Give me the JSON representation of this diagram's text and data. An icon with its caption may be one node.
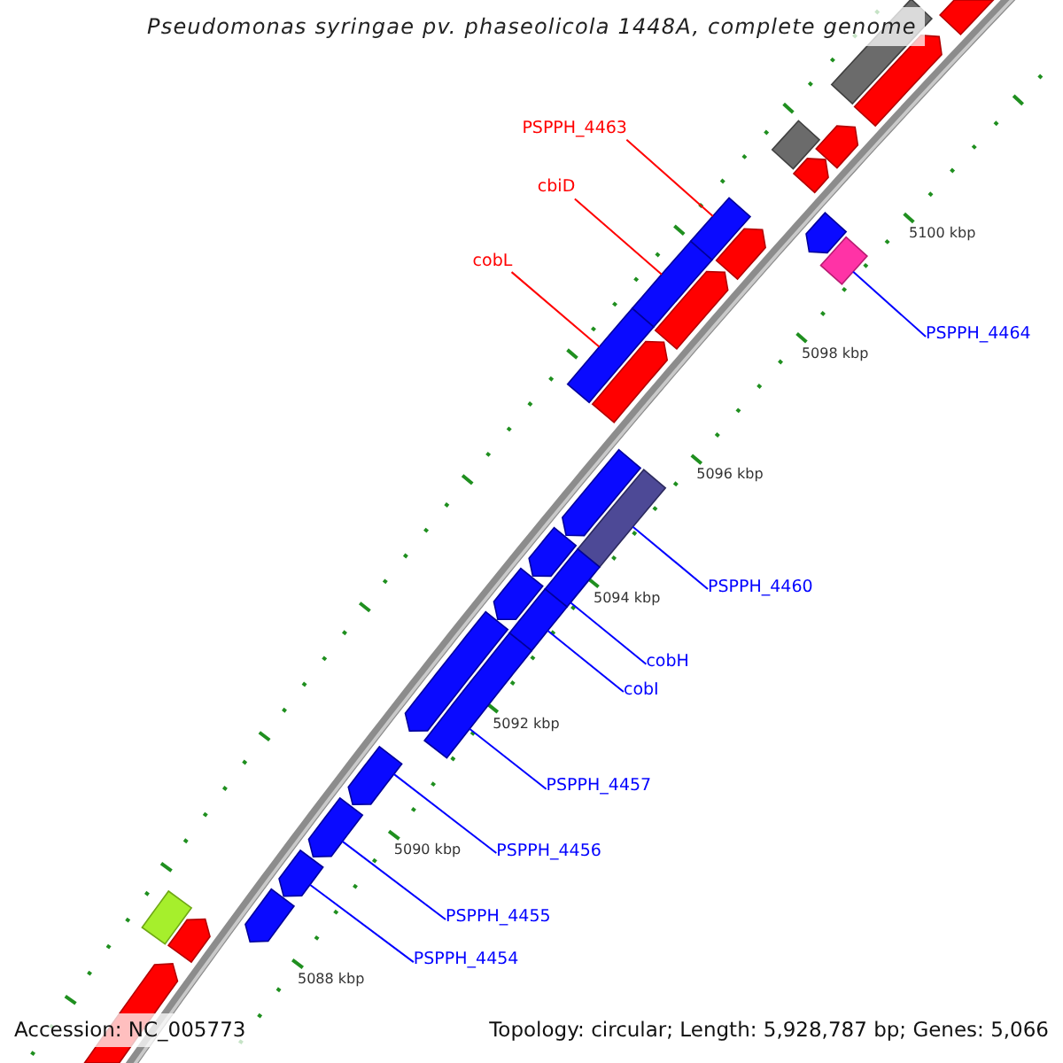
{
  "diagram": {
    "title": "Pseudomonas syringae pv. phaseolicola 1448A, complete genome",
    "nodes": [
      {
        "text": [
          "PSPPH_4463"
        ]
      },
      {
        "text": [
          "cbiD"
        ]
      },
      {
        "text": [
          "cobL"
        ]
      },
      {
        "text": [
          "PSPPH_4464"
        ]
      },
      {
        "text": [
          "PSPPH_4460"
        ]
      },
      {
        "text": [
          "cobH"
        ]
      },
      {
        "text": [
          "cobI"
        ]
      },
      {
        "text": [
          "PSPPH_4457"
        ]
      },
      {
        "text": [
          "PSPPH_4456"
        ]
      },
      {
        "text": [
          "PSPPH_4455"
        ]
      },
      {
        "text": [
          "PSPPH_4454"
        ]
      },
      {
        "text": [],
        "shape": "pentagon"
      },
      {
        "text": [],
        "shape": "box"
      },
      {
        "text": [],
        "shape": "pentagon"
      },
      {
        "text": [],
        "shape": "box"
      },
      {
        "text": [],
        "shape": "pentagon"
      },
      {
        "text": [],
        "shape": "pentagon"
      },
      {
        "text": [],
        "shape": "box"
      },
      {
        "text": [],
        "shape": "pentagon"
      },
      {
        "text": [],
        "shape": "pentagon"
      },
      {
        "text": [],
        "shape": "box"
      },
      {
        "text": [],
        "shape": "box"
      },
      {
        "text": [],
        "shape": "pentagon"
      },
      {
        "text": [],
        "shape": "box"
      },
      {
        "text": [],
        "shape": "pentagon"
      },
      {
        "text": [],
        "shape": "pentagon"
      },
      {
        "text": [],
        "shape": "box"
      },
      {
        "text": [],
        "shape": "pentagon"
      },
      {
        "text": [],
        "shape": "box"
      },
      {
        "text": [],
        "shape": "pentagon"
      },
      {
        "text": [],
        "shape": "box"
      },
      {
        "text": [],
        "shape": "pentagon"
      },
      {
        "text": [],
        "shape": "box"
      },
      {
        "text": [],
        "shape": "pentagon"
      },
      {
        "text": [],
        "shape": "pentagon"
      },
      {
        "text": [],
        "shape": "pentagon"
      },
      {
        "text": [],
        "shape": "box"
      },
      {
        "text": [],
        "shape": "pentagon"
      },
      {
        "text": [],
        "shape": "pentagon"
      },
      {
        "text": [],
        "shape": "pentagon"
      }
    ],
    "edges": [
      {
        "from": 0,
        "to": 17,
        "arrow": "none",
        "color": "#ff0000"
      },
      {
        "from": 1,
        "to": 21,
        "arrow": "none",
        "color": "#ff0000"
      },
      {
        "from": 2,
        "to": 23,
        "arrow": "none",
        "color": "#ff0000"
      },
      {
        "from": 3,
        "to": 20,
        "arrow": "none"
      },
      {
        "from": 4,
        "to": 26,
        "arrow": "none"
      },
      {
        "from": 5,
        "to": 28,
        "arrow": "none"
      },
      {
        "from": 6,
        "to": 30,
        "arrow": "none"
      },
      {
        "from": 7,
        "to": 32,
        "arrow": "none"
      },
      {
        "from": 8,
        "to": 33,
        "arrow": "none"
      },
      {
        "from": 9,
        "to": 34,
        "arrow": "none"
      },
      {
        "from": 10,
        "to": 35,
        "arrow": "none"
      }
    ],
    "labels": [
      "5100 kbp",
      "5098 kbp",
      "5096 kbp",
      "5094 kbp",
      "5092 kbp",
      "5090 kbp",
      "5088 kbp",
      "Accession: NC_005773",
      "Topology: circular; Length: 5,928,787 bp; Genes: 5,066"
    ]
  }
}
